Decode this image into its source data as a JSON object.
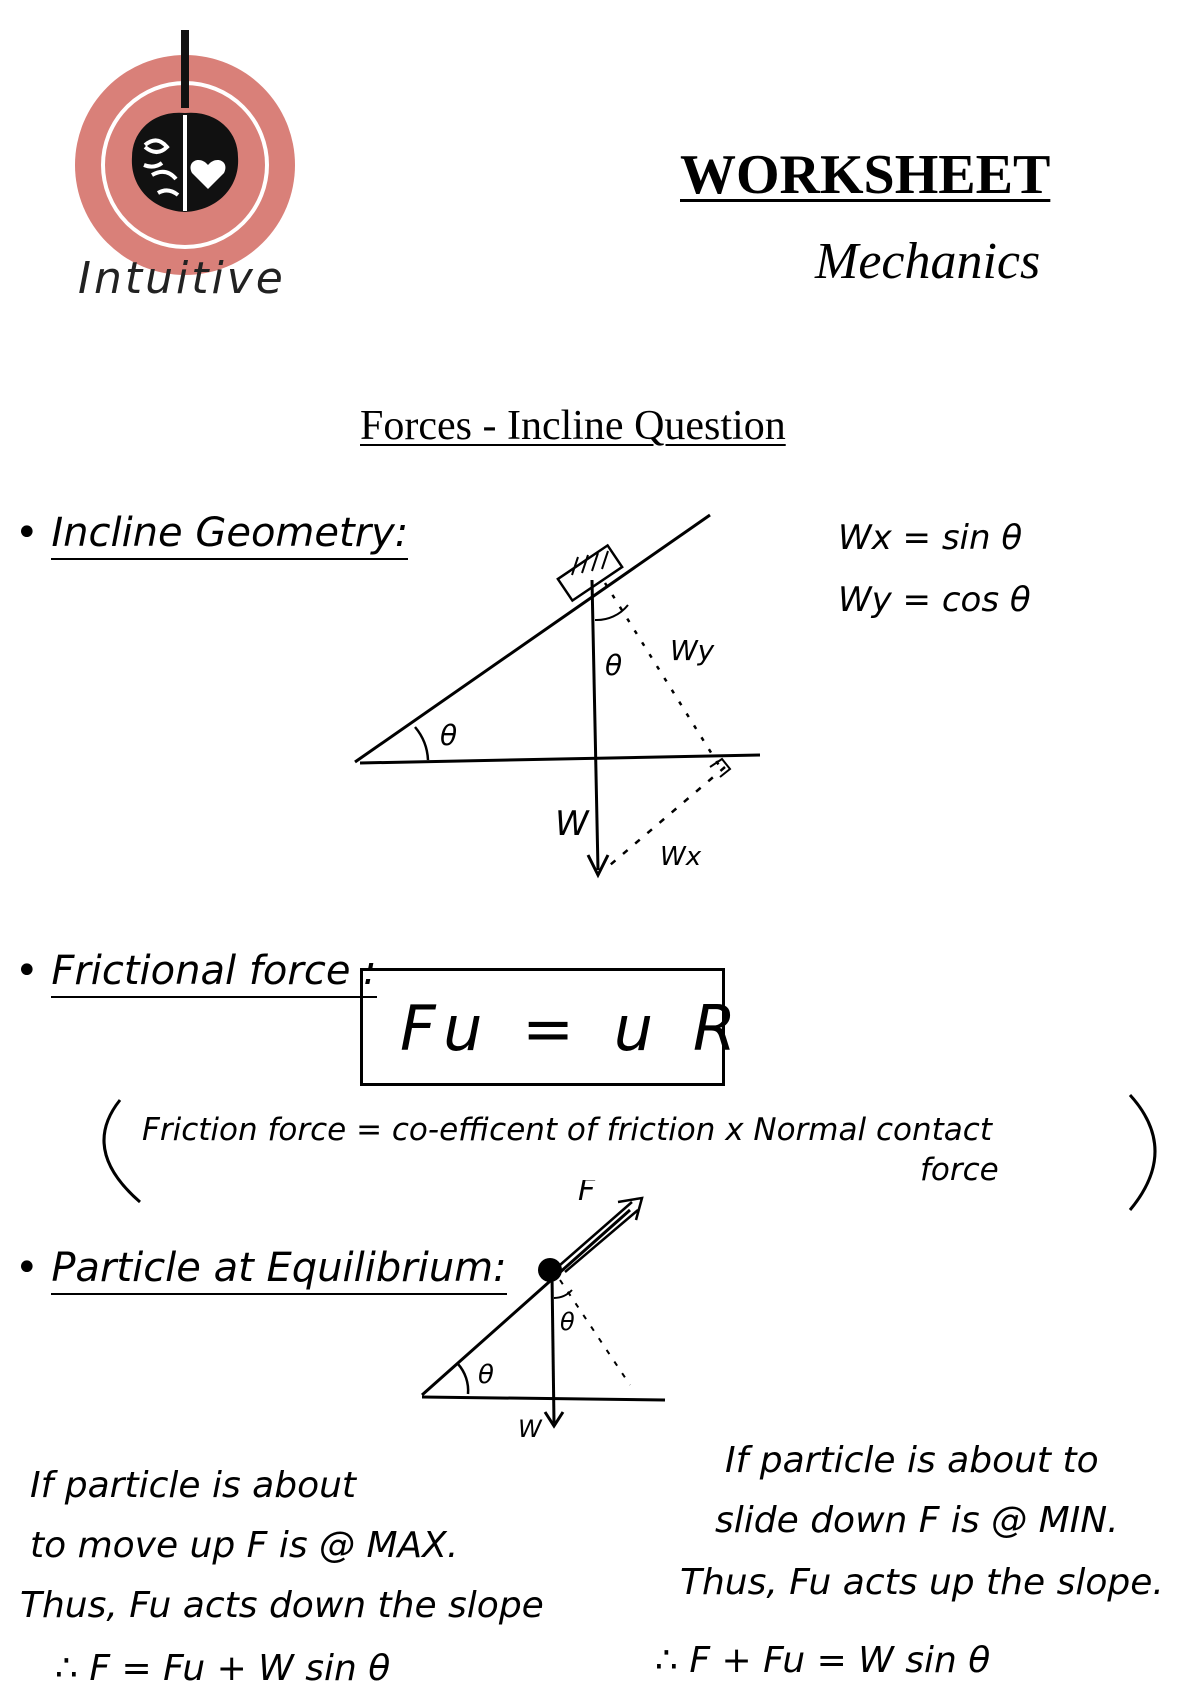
{
  "logo": {
    "wordmark": "Intuitive",
    "colors": {
      "ring": "#d98079",
      "brain": "#111111"
    }
  },
  "header": {
    "title": "WORKSHEET",
    "subtitle": "Mechanics"
  },
  "question_title": "Forces - Incline Question",
  "section1": {
    "heading": "Incline Geometry:",
    "eq_wx": "Wx = sin θ",
    "eq_wy": "Wy = cos θ",
    "diagram_labels": {
      "theta_base": "θ",
      "theta_top": "θ",
      "w": "W",
      "wx": "Wx",
      "wy": "Wy"
    }
  },
  "section2": {
    "heading": "Frictional force :",
    "formula": "Fu = u R",
    "explanation_line1": "Friction force = co-efficent of friction x Normal contact",
    "explanation_line2": "force"
  },
  "section3": {
    "heading": "Particle at Equilibrium:",
    "diagram_labels": {
      "f": "F",
      "theta_base": "θ",
      "theta_top": "θ",
      "w": "W"
    },
    "left": {
      "line1": "If particle is about",
      "line2": "to move up F is @ MAX.",
      "line3": "Thus, Fu acts down the slope",
      "eq": "∴ F = Fu + W sin θ"
    },
    "right": {
      "line1": "If particle is about to",
      "line2": "slide down F is @ MIN.",
      "line3": "Thus, Fu acts up the slope.",
      "eq": "∴ F + Fu = W sin θ"
    }
  }
}
